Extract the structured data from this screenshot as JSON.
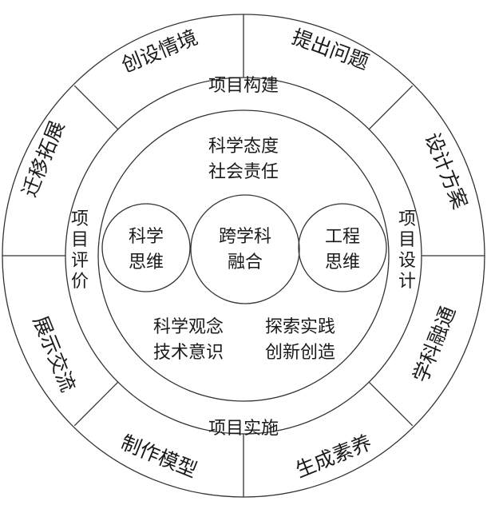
{
  "outer_ring": {
    "top_left": "创设情境",
    "top_right": "提出问题",
    "right_upper": "设计方案",
    "right_lower": "学科融通",
    "bottom_right": "生成素养",
    "bottom_left": "制作模型",
    "left_lower": "展示交流",
    "left_upper": "迁移拓展"
  },
  "middle_ring": {
    "top": "项目构建",
    "right": [
      "项",
      "目",
      "设",
      "计"
    ],
    "bottom": "项目实施",
    "left": [
      "项",
      "目",
      "评",
      "价"
    ]
  },
  "inner": {
    "top_lines": [
      "科学态度",
      "社会责任"
    ],
    "left_circle": [
      "科学",
      "思维"
    ],
    "center_circle": [
      "跨学科",
      "融合"
    ],
    "right_circle": [
      "工程",
      "思维"
    ],
    "bottom_left_lines": [
      "科学观念",
      "技术意识"
    ],
    "bottom_right_lines": [
      "探索实践",
      "创新创造"
    ]
  }
}
